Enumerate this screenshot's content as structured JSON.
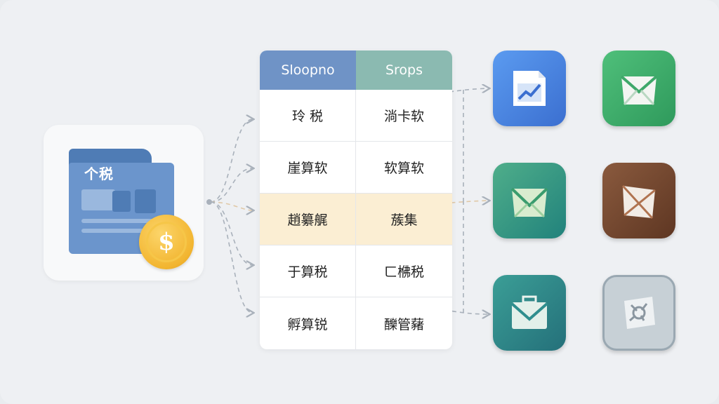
{
  "source": {
    "title": "个税",
    "coin_symbol": "$",
    "icon": "tax-folder-icon"
  },
  "table": {
    "headers": [
      "Sloopno",
      "Srops"
    ],
    "rows": [
      [
        "玲 税",
        "淌卡软"
      ],
      [
        "崖算软",
        "软算软"
      ],
      [
        "趙纂艉",
        "蔟集"
      ],
      [
        "于算税",
        "ㄈ梻税"
      ],
      [
        "孵算锐",
        "䤕管藸"
      ]
    ],
    "highlight_row": 2
  },
  "apps": [
    {
      "name": "chart-document-icon",
      "bg": "#4a86e0"
    },
    {
      "name": "green-envelope-icon",
      "bg": "#3fa86a"
    },
    {
      "name": "teal-envelope-icon",
      "bg": "#2f9a8c"
    },
    {
      "name": "brown-envelope-icon",
      "bg": "#7a4a32"
    },
    {
      "name": "briefcase-mail-icon",
      "bg": "#2f8e8e"
    },
    {
      "name": "gray-badge-icon",
      "bg": "#b8c4cc"
    }
  ],
  "colors": {
    "header_left": "#6f93c6",
    "header_right": "#8bbab1",
    "highlight": "#fbeed3",
    "connector": "#a9b1bb"
  }
}
